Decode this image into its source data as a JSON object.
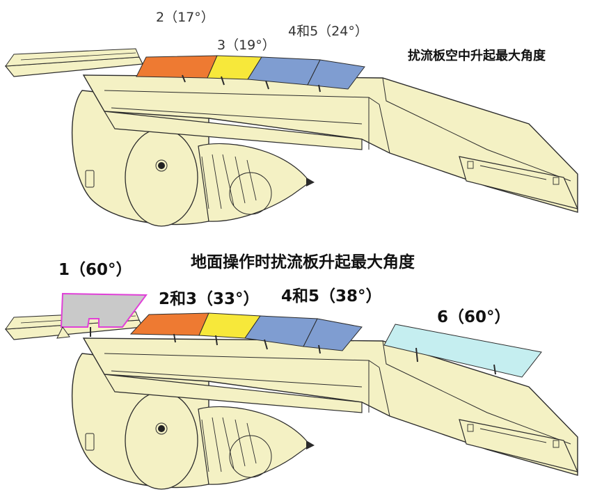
{
  "colors": {
    "wing": "#f4f1c4",
    "outline": "#2b2b2b",
    "spoiler_orange": "#ee7a32",
    "spoiler_yellow": "#f7e83a",
    "spoiler_blue": "#7f9dd1",
    "spoiler_gray": "#c9c9c9",
    "spoiler_gray_border": "#e040d8",
    "spoiler_cyan": "#c5eef0"
  },
  "top_diagram": {
    "title": "扰流板空中升起最大角度",
    "labels": {
      "s2": "2（17°）",
      "s3": "3（19°）",
      "s45": "4和5（24°）"
    }
  },
  "bottom_diagram": {
    "title": "地面操作时扰流板升起最大角度",
    "labels": {
      "s1": "1（60°）",
      "s23": "2和3（33°）",
      "s45": "4和5（38°）",
      "s6": "6（60°）"
    }
  }
}
